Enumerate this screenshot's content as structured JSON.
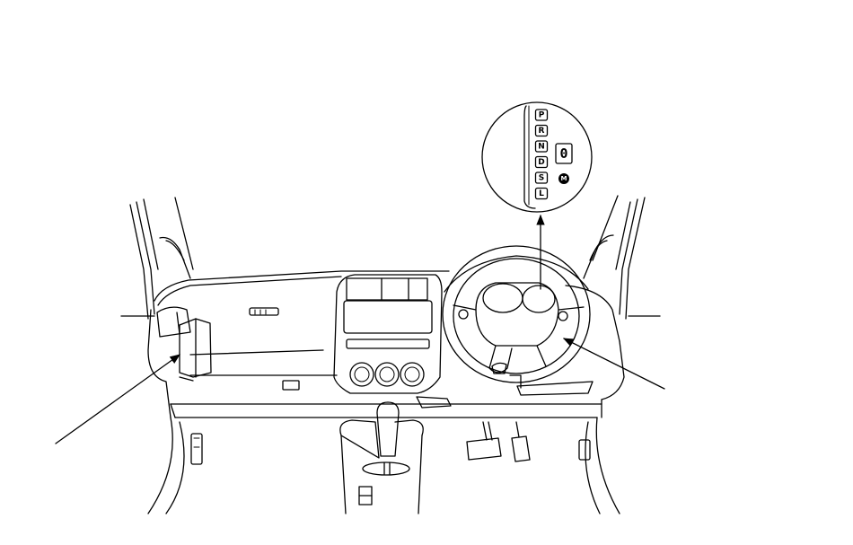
{
  "gear_positions": [
    "P",
    "R",
    "N",
    "D",
    "S",
    "L"
  ],
  "segment_display": "0",
  "manual_indicator": "M"
}
